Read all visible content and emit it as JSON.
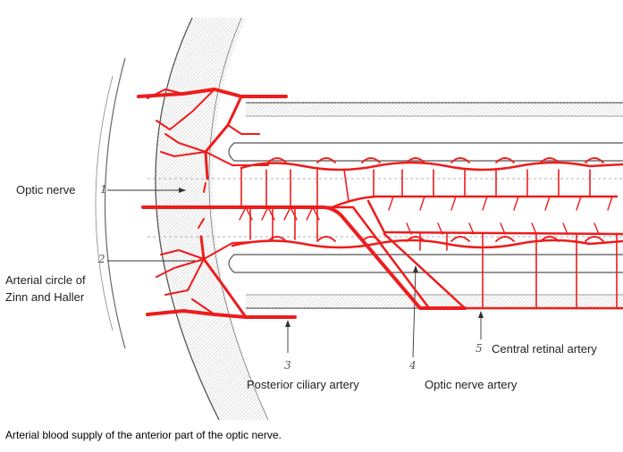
{
  "figure": {
    "labels": {
      "optic_nerve": "Optic nerve",
      "arterial_circle_line1": "Arterial circle of",
      "arterial_circle_line2": "Zinn and Haller",
      "posterior_ciliary": "Posterior ciliary artery",
      "optic_nerve_artery": "Optic nerve artery",
      "central_retinal": "Central retinal artery"
    },
    "numbers": {
      "n1": "1",
      "n2": "2",
      "n3": "3",
      "n4": "4",
      "n5": "5"
    },
    "colors": {
      "artery": "#ee1c1c",
      "line": "#555555",
      "sclera_shade": "#d6d6d6"
    }
  },
  "caption": "Arterial blood supply of the anterior part of the optic nerve."
}
